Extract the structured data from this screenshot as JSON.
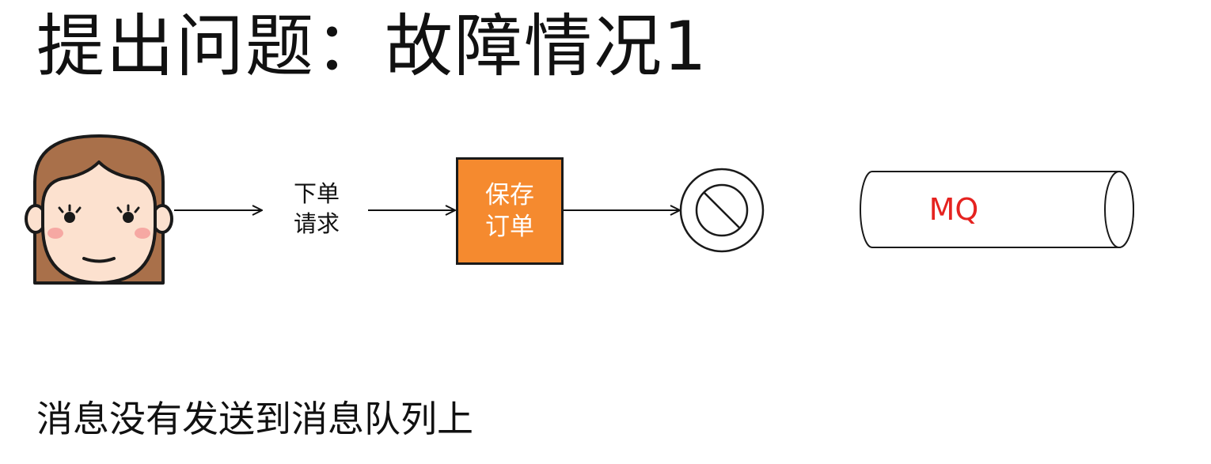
{
  "title": "提出问题：故障情况1",
  "diagram": {
    "request_label_line1": "下单",
    "request_label_line2": "请求",
    "save_order_line1": "保存",
    "save_order_line2": "订单",
    "mq_label": "MQ"
  },
  "caption": "消息没有发送到消息队列上",
  "colors": {
    "box_fill": "#f58a2f",
    "mq_text": "#e52320",
    "hair": "#a9704a",
    "face": "#fce1cf",
    "cheek": "#f6a8a3"
  }
}
